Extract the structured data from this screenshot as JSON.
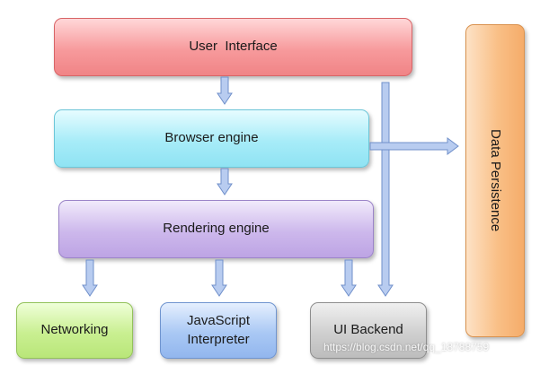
{
  "diagram": {
    "user_interface": "User  Interface",
    "browser_engine": "Browser engine",
    "rendering_engine": "Rendering engine",
    "networking": "Networking",
    "javascript_interpreter": {
      "line1": "JavaScript",
      "line2": "Interpreter"
    },
    "ui_backend": "UI Backend",
    "data_persistence": "Data Persistence"
  },
  "watermark": "https://blog.csdn.net/qq_18788759",
  "colors": {
    "arrow_fill": "#b8ccf0",
    "arrow_stroke": "#6f8fca"
  }
}
